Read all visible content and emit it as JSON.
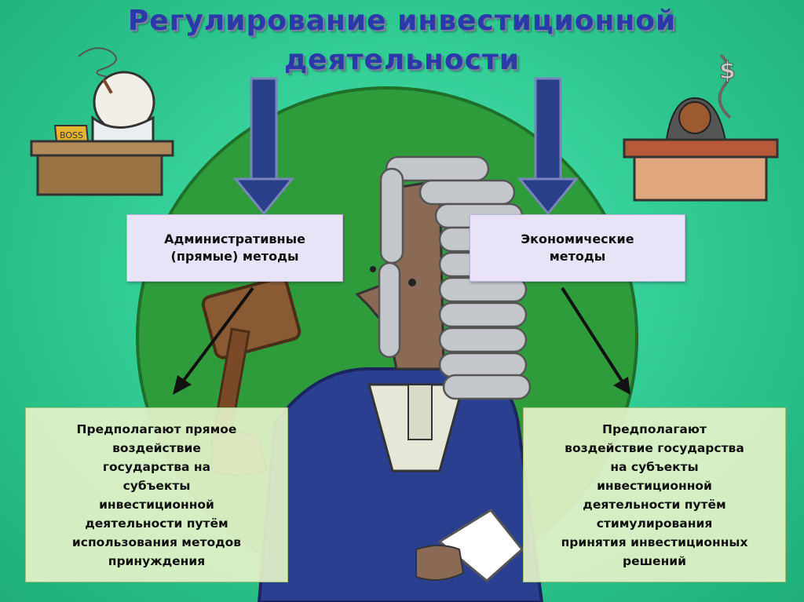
{
  "title": {
    "line1": "Регулирование инвестиционной",
    "line2": "деятельности"
  },
  "boss_sign": "BOSS",
  "left_method": {
    "label": "Административные\n(прямые) методы",
    "description": "Предполагают прямое\nвоздействие\nгосударства на\nсубъекты\nинвестиционной\nдеятельности путём\nиспользования методов\nпринуждения"
  },
  "right_method": {
    "label": "Экономические\nметоды",
    "description": "Предполагают\nвоздействие государства\nна субъекты\nинвестиционной\nдеятельности путём\nстимулирования\nпринятия инвестиционных\nрешений"
  },
  "colors": {
    "background": "#2ec890",
    "title": "#2a3aa8",
    "circle": "#2e9e3a",
    "arrow": "#2a3f8a"
  }
}
